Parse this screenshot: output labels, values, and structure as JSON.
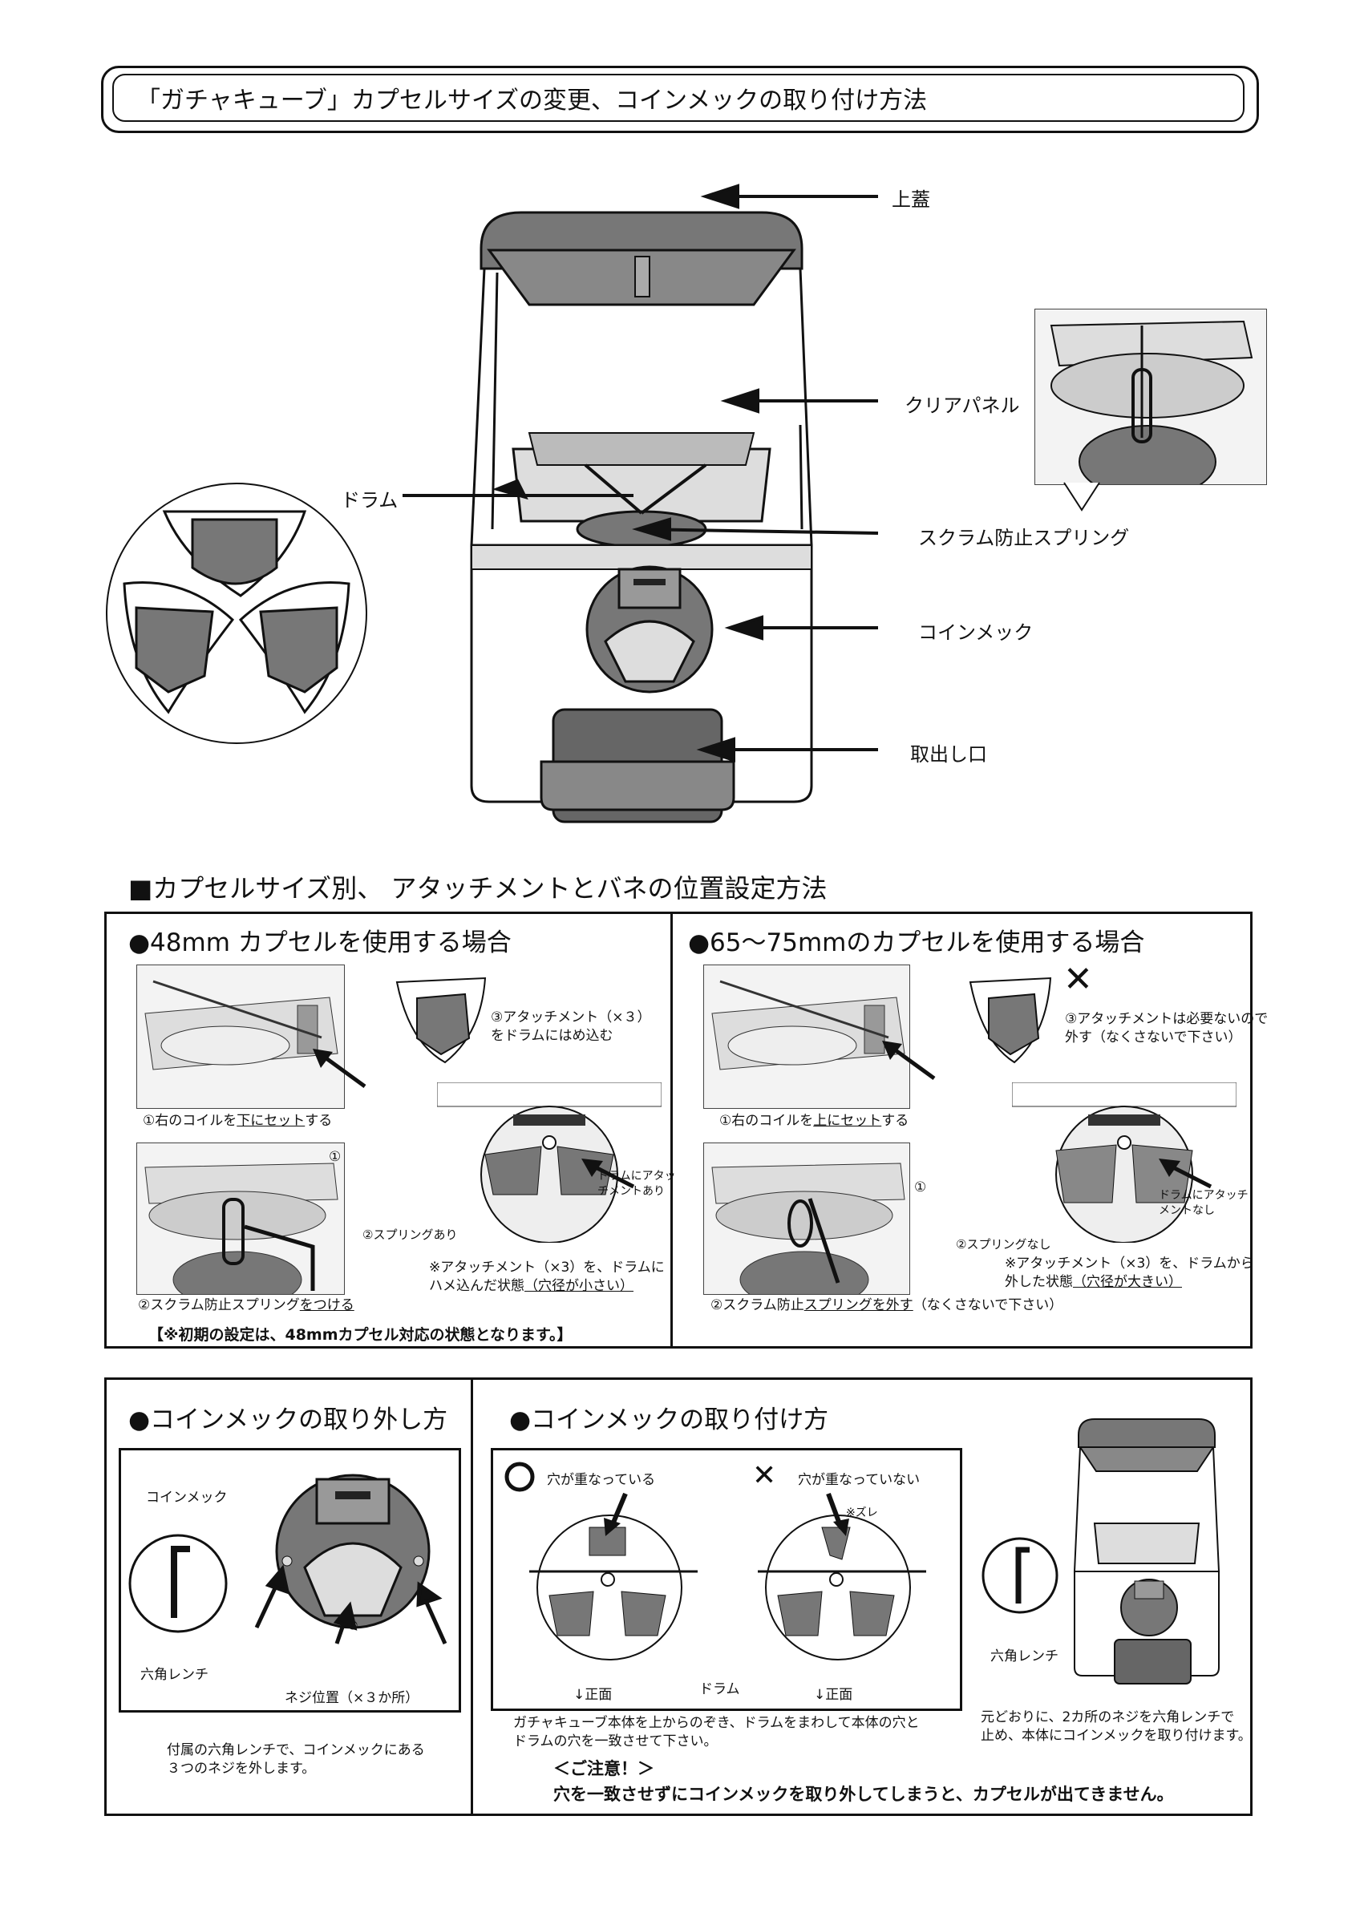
{
  "title": "「ガチャキューブ」カプセルサイズの変更、コインメックの取り付け方法",
  "diagram_labels": {
    "lid": "上蓋",
    "clear_panel": "クリアパネル",
    "drum": "ドラム",
    "spring": "スクラム防止スプリング",
    "coin_mech": "コインメック",
    "outlet": "取出し口"
  },
  "section_attach": {
    "heading": "■カプセルサイズ別、 アタッチメントとバネの位置設定方法",
    "left": {
      "heading": "●48mm カプセルを使用する場合",
      "step3": "③アタッチメント（×３）をドラムにはめ込む",
      "step1_prefix": "①右のコイルを",
      "step1_under": "下にセット",
      "step1_suffix": "する",
      "marker_1": "①",
      "step2_prefix": "②スクラム防止スプリング",
      "step2_under": "をつける",
      "spring_note": "②スプリングあり",
      "drum_note": "ドラムにアタッチメントあり",
      "note_line1": "※アタッチメント（×3）を、ドラムに",
      "note_line2_prefix": "ハメ込んだ状態",
      "note_line2_under": "（穴径が小さい）",
      "bottom_note": "【※初期の設定は、48mmカプセル対応の状態となります。】"
    },
    "right": {
      "heading": "●65〜75mmのカプセルを使用する場合",
      "x_mark": "✕",
      "step3_line1": "③アタッチメントは必要ないので",
      "step3_line2": "外す（なくさないで下さい）",
      "step1_prefix": "①右のコイルを",
      "step1_under": "上にセット",
      "step1_suffix": "する",
      "marker_1": "①",
      "step2_prefix": "②スクラム防止",
      "step2_under": "スプリングを外す",
      "step2_suffix": "（なくさないで下さい）",
      "spring_note": "②スプリングなし",
      "drum_note": "ドラムにアタッチメントなし",
      "note_line1": "※アタッチメント（×3）を、ドラムから",
      "note_line2_prefix": "外した状態",
      "note_line2_under": "（穴径が大きい）"
    }
  },
  "section_coin": {
    "remove": {
      "heading": "●コインメックの取り外し方",
      "label_coinmech": "コインメック",
      "label_wrench": "六角レンチ",
      "label_screws": "ネジ位置（×３か所）",
      "desc_line1": "付属の六角レンチで、コインメックにある",
      "desc_line2": "３つのネジを外します。"
    },
    "attach": {
      "heading": "●コインメックの取り付け方",
      "ok_label": "穴が重なっている",
      "ng_label": "穴が重なっていない",
      "zure": "※ズレ",
      "front_left": "↓正面",
      "drum": "ドラム",
      "front_right": "↓正面",
      "desc_line1": "ガチャキューブ本体を上からのぞき、ドラムをまわして本体の穴と",
      "desc_line2": "ドラムの穴を一致させて下さい。",
      "caution_title": "＜ご注意！＞",
      "caution_text": "穴を一致させずにコインメックを取り外してしまうと、カプセルが出てきません。",
      "label_wrench": "六角レンチ",
      "right_desc_line1": "元どおりに、2カ所のネジを六角レンチで",
      "right_desc_line2": "止め、本体にコインメックを取り付けます。"
    }
  }
}
